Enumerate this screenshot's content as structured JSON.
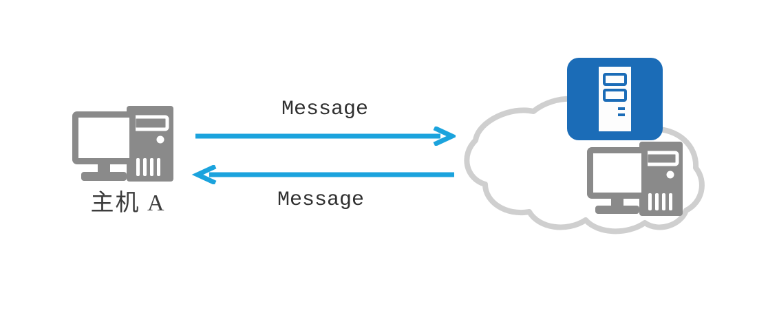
{
  "diagram": {
    "title": "host-to-network message exchange",
    "background_color": "#ffffff",
    "nodes": {
      "host_a": {
        "label": "主机 A",
        "icon": "desktop-computer-icon",
        "color": "#808080"
      },
      "cloud": {
        "icon": "cloud-icon",
        "outline_color": "#cccccc",
        "fill_color": "#ffffff"
      },
      "server": {
        "icon": "server-icon",
        "badge_color": "#1b6cb7",
        "tower_color": "#ffffff"
      },
      "host_b": {
        "icon": "desktop-computer-icon",
        "color": "#808080"
      }
    },
    "flows": [
      {
        "id": "outbound",
        "label": "Message",
        "direction": "right",
        "color": "#1ba3dd"
      },
      {
        "id": "inbound",
        "label": "Message",
        "direction": "left",
        "color": "#1ba3dd"
      }
    ]
  }
}
